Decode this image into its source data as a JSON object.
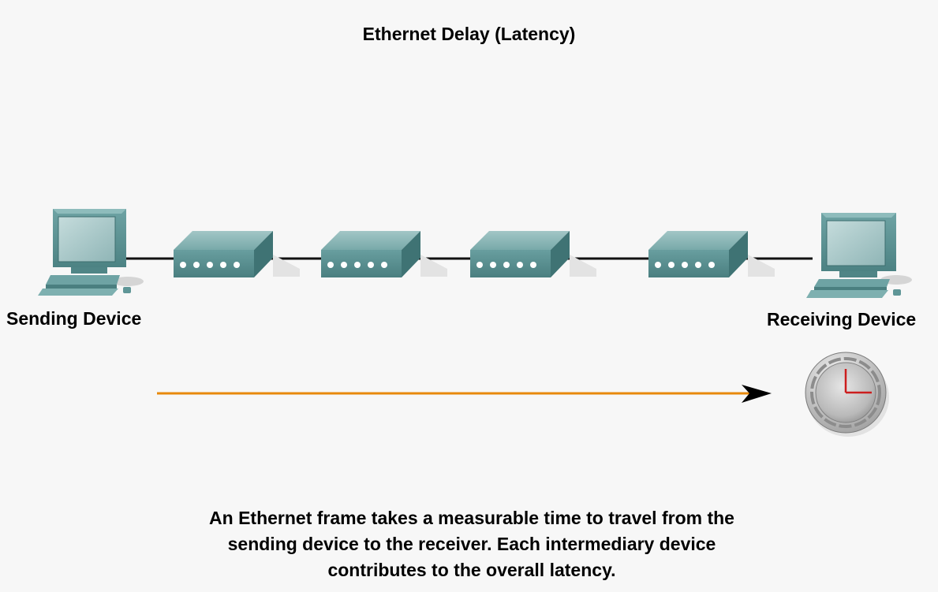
{
  "title": "Ethernet Delay (Latency)",
  "sending_device": {
    "label": "Sending Device",
    "icon": "desktop-computer-icon"
  },
  "receiving_device": {
    "label": "Receiving Device",
    "icon": "desktop-computer-icon"
  },
  "intermediary_devices": [
    {
      "icon": "hub-icon"
    },
    {
      "icon": "hub-icon"
    },
    {
      "icon": "hub-icon"
    },
    {
      "icon": "hub-icon"
    }
  ],
  "latency_indicator": {
    "icon": "clock-icon",
    "arrow_color": "#e8890c"
  },
  "caption_lines": [
    "An Ethernet frame takes a measurable time to travel from the",
    "sending device to the receiver. Each intermediary device",
    "contributes to the overall latency."
  ],
  "colors": {
    "device_teal": "#5f9697",
    "device_top": "#86b4b4",
    "link_line": "#111111",
    "clock_hand": "#cc1e1e"
  }
}
